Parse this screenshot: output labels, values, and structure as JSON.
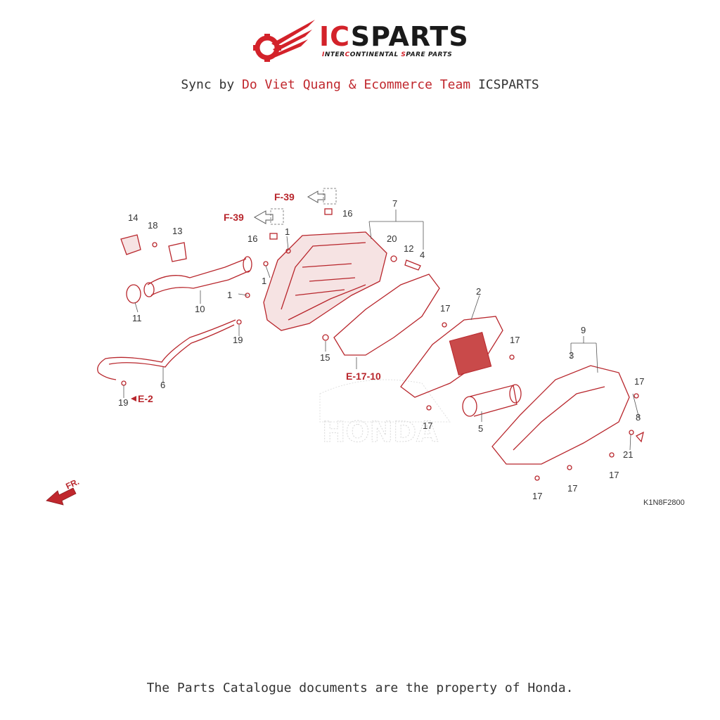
{
  "header": {
    "logo_ic": "IC",
    "logo_rest": "SPARTS",
    "tagline_parts": [
      "I",
      "NTER",
      "C",
      "ONTINENTAL ",
      "S",
      "PARE PARTS"
    ],
    "sync_prefix": "Sync by ",
    "sync_author": "Do Viet Quang & Ecommerce Team",
    "sync_suffix": " ICSPARTS"
  },
  "diagram": {
    "code": "K1N8F2800",
    "watermark": "HONDA",
    "direction_label": "FR.",
    "refs": {
      "f39_a": "F-39",
      "f39_b": "F-39",
      "e17": "E-17-10",
      "e2": "E-2"
    },
    "callouts": {
      "c1a": "1",
      "c1b": "1",
      "c1c": "1",
      "c2": "2",
      "c3": "3",
      "c4": "4",
      "c5": "5",
      "c6": "6",
      "c7": "7",
      "c8": "8",
      "c9": "9",
      "c10": "10",
      "c11": "11",
      "c12": "12",
      "c13": "13",
      "c14": "14",
      "c15": "15",
      "c16a": "16",
      "c16b": "16",
      "c17a": "17",
      "c17b": "17",
      "c17c": "17",
      "c17d": "17",
      "c17e": "17",
      "c17f": "17",
      "c17g": "17",
      "c18": "18",
      "c19a": "19",
      "c19b": "19",
      "c20": "20",
      "c21": "21"
    },
    "accent_color": "#b8262c"
  },
  "footer": {
    "text": "The Parts Catalogue documents are the property of Honda."
  }
}
